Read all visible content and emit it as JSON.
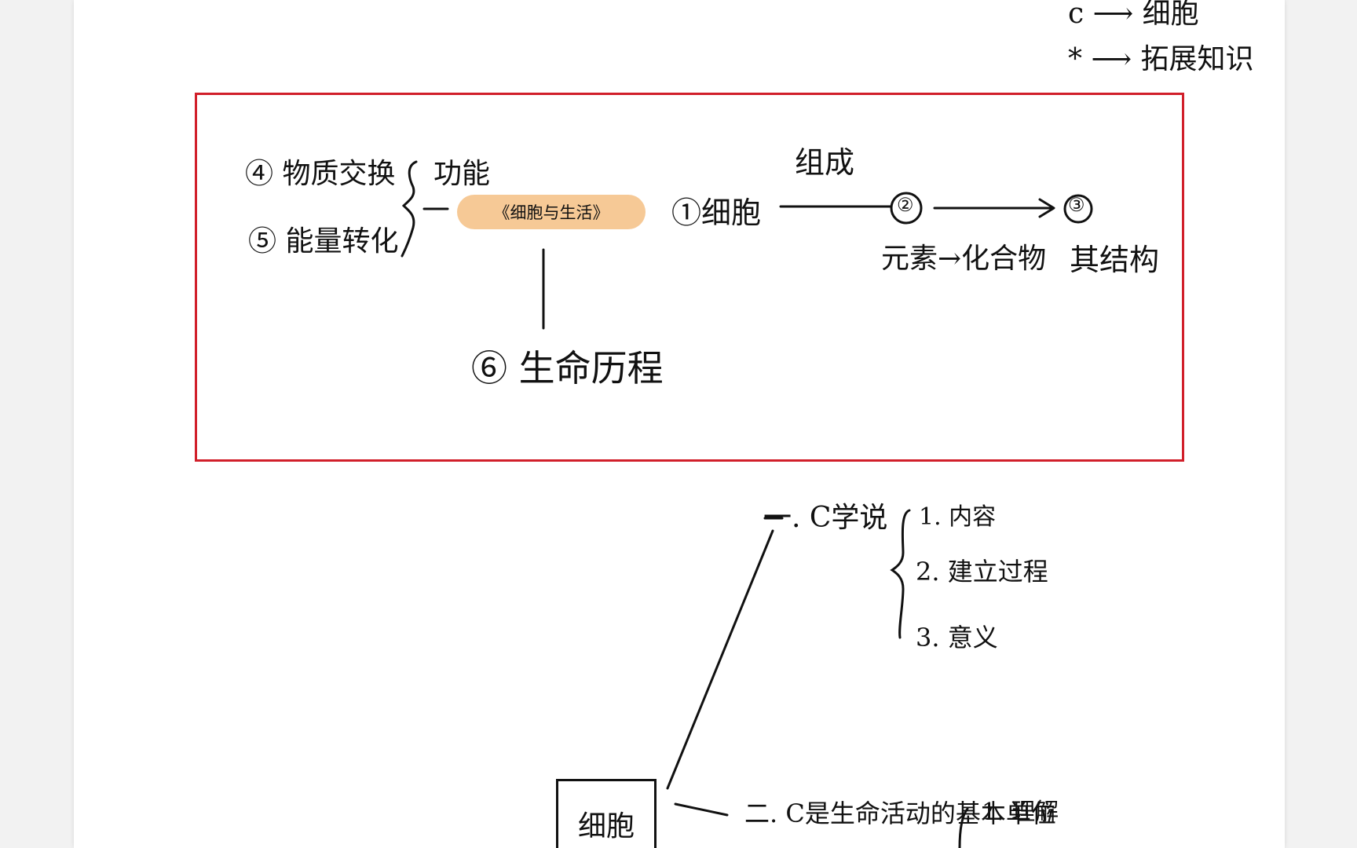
{
  "legend": {
    "cell": "c ⟶ 细胞",
    "extended": "* ⟶ 拓展知识"
  },
  "mindmap_top": {
    "center": "《细胞与生活》",
    "branch_material_exchange": "④ 物质交换",
    "branch_energy_conversion": "⑤ 能量转化",
    "label_function": "功能",
    "branch_cell": "①细胞",
    "label_compose": "组成",
    "node_level2": "②",
    "node_level3": "③",
    "label_elements_compounds": "元素→化合物",
    "label_structure": "其结构",
    "branch_life_process": "⑥ 生命历程"
  },
  "tree_bottom": {
    "root": "细胞",
    "section1": "一. C学说",
    "section1_items": [
      "1. 内容",
      "2. 建立过程",
      "3. 意义"
    ],
    "section2": "二. C是生命活动的基本单位",
    "section2_items": [
      "1. 理解"
    ]
  },
  "colors": {
    "frame": "#d11f2a",
    "pill": "#f6c996",
    "ink": "#111111"
  }
}
